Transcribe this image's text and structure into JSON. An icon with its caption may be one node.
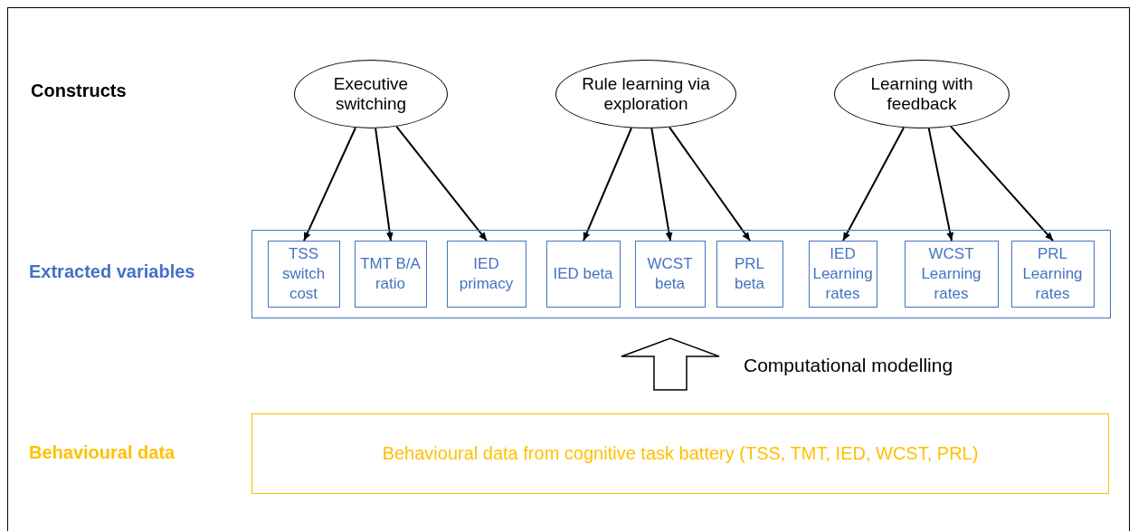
{
  "diagram": {
    "nodes": [
      {
        "text": [
          "Executive switching"
        ]
      },
      {
        "text": [
          "Rule learning via exploration"
        ]
      },
      {
        "text": [
          "Learning with feedback"
        ]
      },
      {
        "text": [],
        "shape": "box"
      },
      {
        "text": [
          "TSS switch cost"
        ],
        "in": 3
      },
      {
        "text": [
          "TMT B/A ratio"
        ],
        "in": 3
      },
      {
        "text": [
          "IED primacy"
        ],
        "in": 3
      },
      {
        "text": [
          "IED beta"
        ],
        "in": 3
      },
      {
        "text": [
          "WCST beta"
        ],
        "in": 3
      },
      {
        "text": [
          "PRL beta"
        ],
        "in": 3
      },
      {
        "text": [
          "IED Learning rates"
        ],
        "in": 3
      },
      {
        "text": [
          "WCST Learning rates"
        ],
        "in": 3
      },
      {
        "text": [
          "PRL Learning rates"
        ],
        "in": 3
      },
      {
        "text": [
          "Behavioural data from cognitive task battery (TSS, TMT, IED, WCST, PRL)"
        ]
      }
    ],
    "edges": [
      {
        "from": 0,
        "to": 4,
        "arrow": "to"
      },
      {
        "from": 0,
        "to": 5,
        "arrow": "to"
      },
      {
        "from": 0,
        "to": 6,
        "arrow": "to"
      },
      {
        "from": 1,
        "to": 7,
        "arrow": "to"
      },
      {
        "from": 1,
        "to": 8,
        "arrow": "to"
      },
      {
        "from": 1,
        "to": 9,
        "arrow": "to"
      },
      {
        "from": 2,
        "to": 10,
        "arrow": "to"
      },
      {
        "from": 2,
        "to": 11,
        "arrow": "to"
      },
      {
        "from": 2,
        "to": 12,
        "arrow": "to"
      },
      {
        "from": 13,
        "to": 3,
        "arrow": "to",
        "style": "thick",
        "label": "Computational modelling"
      }
    ],
    "labels": [
      "Constructs",
      "Extracted variables",
      "Behavioural data"
    ]
  }
}
